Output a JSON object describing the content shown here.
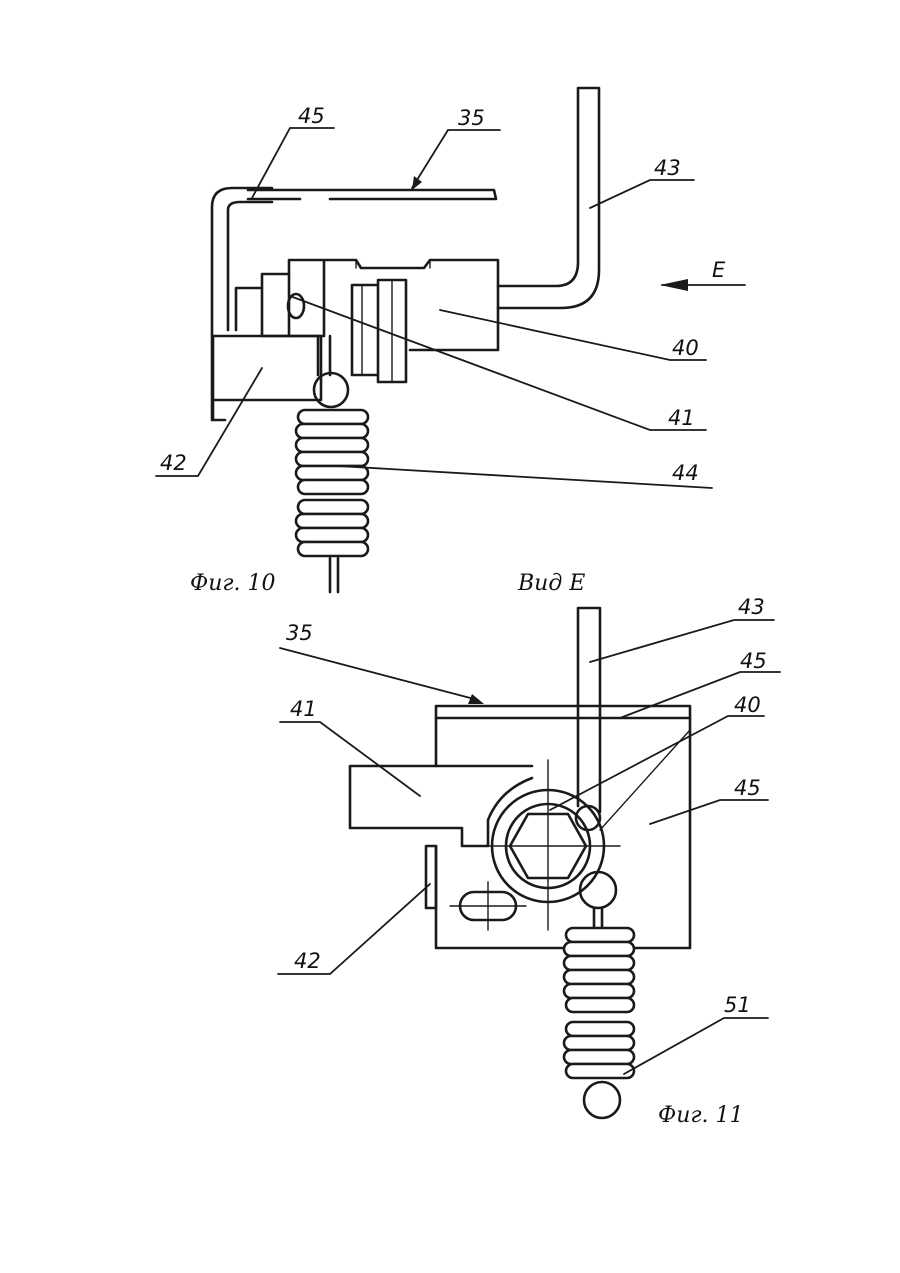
{
  "figure10": {
    "caption": "Фиг. 10",
    "labels": {
      "p45": "45",
      "p35": "35",
      "p43": "43",
      "viewE": "E",
      "p40": "40",
      "p41": "41",
      "p42": "42",
      "p44": "44"
    }
  },
  "figure11": {
    "title": "Вид Е",
    "caption": "Фиг. 11",
    "labels": {
      "p43": "43",
      "p35": "35",
      "p45a": "45",
      "p40": "40",
      "p41": "41",
      "p45b": "45",
      "p42": "42",
      "p51": "51"
    }
  }
}
